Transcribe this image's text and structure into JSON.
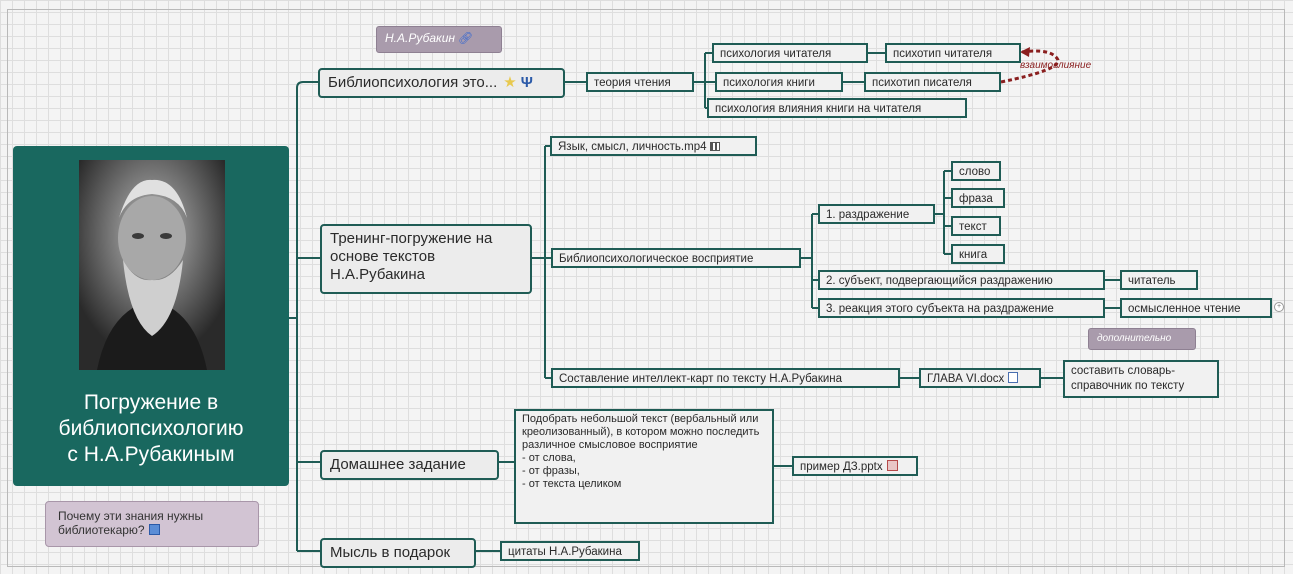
{
  "root": {
    "title_lines": [
      "Погружение в",
      "библиопсихологию",
      "с Н.А.Рубакиным"
    ],
    "photo": "portrait of N.A. Rubakin"
  },
  "note": {
    "text": "Почему эти знания нужны библиотекарю?",
    "icon": "note-icon"
  },
  "labels": {
    "rubakin": "Н.А.Рубакин",
    "additional": "дополнительно",
    "relation": "взаимовлияние"
  },
  "branches": {
    "bibliopsy": {
      "label": "Библиопсихология это...",
      "theory": "теория чтения",
      "psych_reader": "психология читателя",
      "psych_book": "психология книги",
      "psych_influence": "психология влияния книги на читателя",
      "type_reader": "психотип читателя",
      "type_writer": "психотип писателя"
    },
    "training": {
      "label": "Тренинг-погружение на основе текстов Н.А.Рубакина",
      "video": "Язык, смысл, личность.mp4",
      "perception": "Библиопсихологическое восприятие",
      "irritation": "1. раздражение",
      "words": [
        "слово",
        "фраза",
        "текст",
        "книга"
      ],
      "subject": "2. субъект, подвергающийся раздражению",
      "reader": "читатель",
      "reaction": "3. реакция этого субъекта на раздражение",
      "meaningful": "осмысленное чтение",
      "mindmaps": "Составление интеллект-карт по тексту Н.А.Рубакина",
      "chapter": "ГЛАВА VI.docx",
      "dictionary": "составить словарь-справочник по тексту"
    },
    "homework": {
      "label": "Домашнее задание",
      "task": "Подобрать небольшой текст (вербальный или креолизованный), в котором можно последить различное смысловое восприятие\n- от слова,\n- от фразы,\n- от текста целиком",
      "example": "пример ДЗ.pptx"
    },
    "gift": {
      "label": "Мысль в подарок",
      "quotes": "цитаты Н.А.Рубакина"
    }
  },
  "colors": {
    "branch": "#1f5c55",
    "root": "#19685f",
    "relation": "#8a1f1f",
    "label": "#a99bac"
  }
}
